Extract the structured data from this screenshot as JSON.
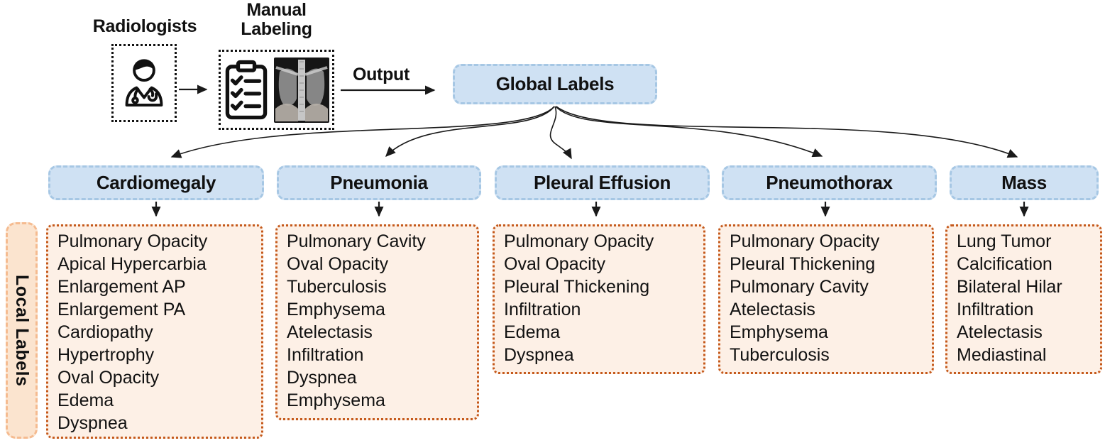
{
  "figure": {
    "header": {
      "radiologists_label": "Radiologists",
      "manual_labeling_line1": "Manual",
      "manual_labeling_line2": "Labeling",
      "output_label": "Output",
      "global_labels_label": "Global Labels"
    },
    "sidebar": {
      "local_labels_label": "Local Labels"
    },
    "icons": {
      "radiologist": "radiologist-person-icon",
      "manual_labeling": "clipboard-checklist-icon",
      "xray": "chest-xray-image"
    },
    "categories": [
      {
        "label": "Cardiomegaly",
        "local_labels": [
          "Pulmonary Opacity",
          "Apical Hypercarbia",
          "Enlargement AP",
          "Enlargement PA",
          "Cardiopathy",
          "Hypertrophy",
          "Oval Opacity",
          "Edema",
          "Dyspnea"
        ]
      },
      {
        "label": "Pneumonia",
        "local_labels": [
          "Pulmonary Cavity",
          "Oval Opacity",
          "Tuberculosis",
          "Emphysema",
          "Atelectasis",
          "Infiltration",
          "Dyspnea",
          "Emphysema"
        ]
      },
      {
        "label": "Pleural Effusion",
        "local_labels": [
          "Pulmonary Opacity",
          "Oval Opacity",
          "Pleural Thickening",
          "Infiltration",
          "Edema",
          "Dyspnea"
        ]
      },
      {
        "label": "Pneumothorax",
        "local_labels": [
          "Pulmonary Opacity",
          "Pleural Thickening",
          "Pulmonary Cavity",
          "Atelectasis",
          "Emphysema",
          "Tuberculosis"
        ]
      },
      {
        "label": "Mass",
        "local_labels": [
          "Lung Tumor",
          "Calcification",
          "Bilateral Hilar",
          "Infiltration",
          "Atelectasis",
          "Mediastinal"
        ]
      }
    ],
    "colors": {
      "global_box_fill": "#cfe1f3",
      "global_box_border": "#a6c7e4",
      "local_box_fill": "#fdf0e6",
      "local_box_border": "#c5591b",
      "sidebar_fill": "#fbe4cf",
      "sidebar_border": "#f5bb90",
      "arrow": "#1a1a1a"
    }
  }
}
